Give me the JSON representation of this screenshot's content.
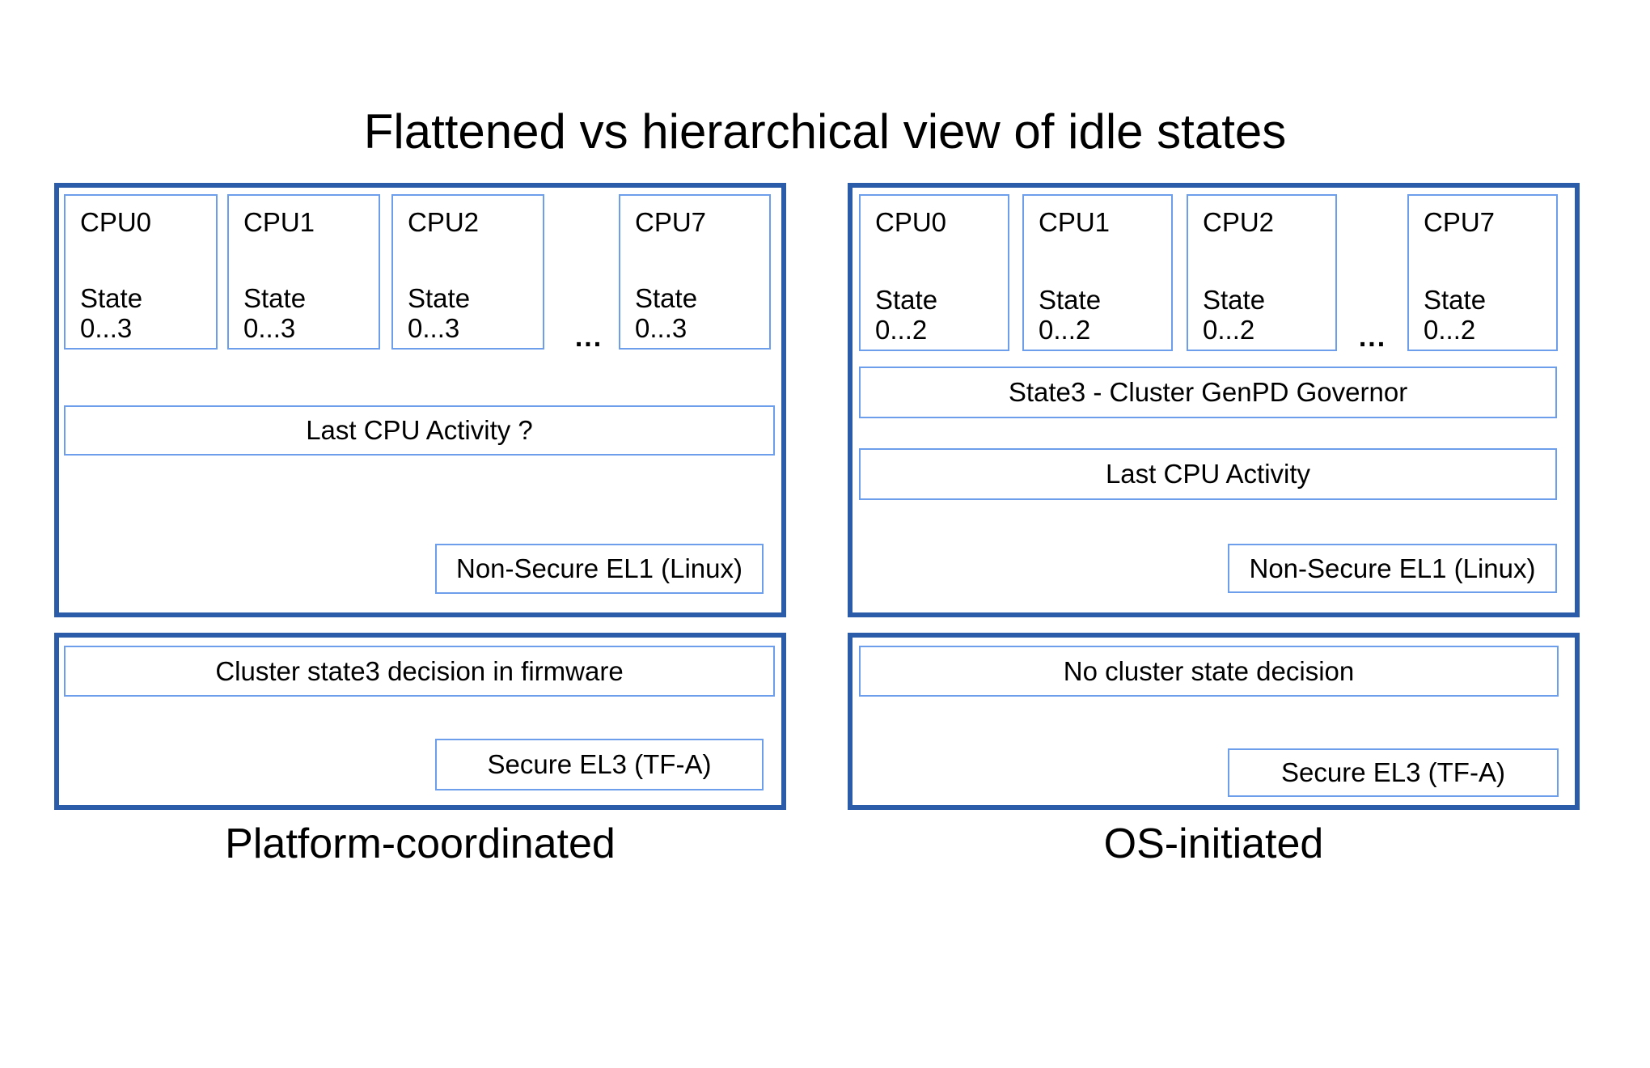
{
  "title": "Flattened vs hierarchical view of idle states",
  "colors": {
    "panel_border": "#2b5caa",
    "box_border": "#6d9eeb",
    "text": "#000000",
    "background": "#ffffff"
  },
  "left": {
    "caption": "Platform-coordinated",
    "ellipsis": "...",
    "cpus": [
      {
        "name": "CPU0",
        "state_label": "State",
        "state_range": "0...3"
      },
      {
        "name": "CPU1",
        "state_label": "State",
        "state_range": "0...3"
      },
      {
        "name": "CPU2",
        "state_label": "State",
        "state_range": "0...3"
      },
      {
        "name": "CPU7",
        "state_label": "State",
        "state_range": "0...3"
      }
    ],
    "activity_box": "Last CPU Activity ?",
    "el1_box": "Non-Secure EL1 (Linux)",
    "firmware_box": "Cluster state3 decision in firmware",
    "el3_box": "Secure EL3 (TF-A)"
  },
  "right": {
    "caption": "OS-initiated",
    "ellipsis": "...",
    "cpus": [
      {
        "name": "CPU0",
        "state_label": "State",
        "state_range": "0...2"
      },
      {
        "name": "CPU1",
        "state_label": "State",
        "state_range": "0...2"
      },
      {
        "name": "CPU2",
        "state_label": "State",
        "state_range": "0...2"
      },
      {
        "name": "CPU7",
        "state_label": "State",
        "state_range": "0...2"
      }
    ],
    "governor_box": "State3 - Cluster GenPD Governor",
    "activity_box": "Last CPU Activity",
    "el1_box": "Non-Secure EL1 (Linux)",
    "decision_box": "No cluster state decision",
    "el3_box": "Secure EL3 (TF-A)"
  }
}
